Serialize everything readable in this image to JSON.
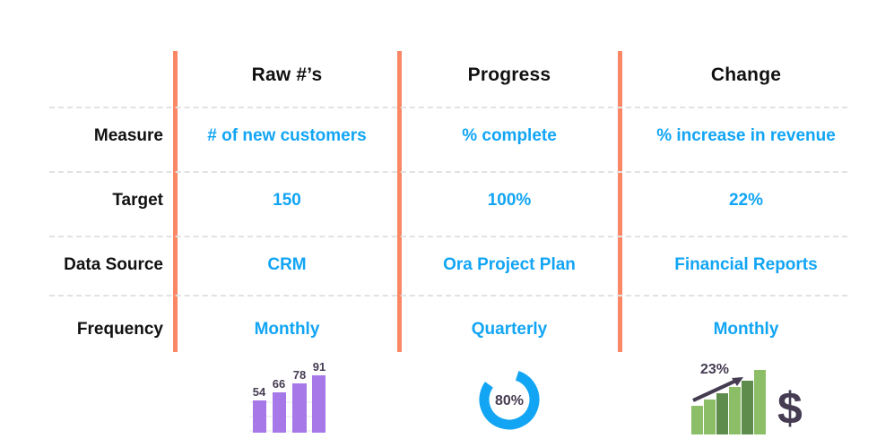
{
  "table": {
    "column_headers": [
      "Raw #’s",
      "Progress",
      "Change"
    ],
    "row_labels": [
      "Measure",
      "Target",
      "Data Source",
      "Frequency"
    ],
    "rows": [
      {
        "label": "Measure",
        "cells": [
          "# of new customers",
          "% complete",
          "% increase in revenue"
        ]
      },
      {
        "label": "Target",
        "cells": [
          "150",
          "100%",
          "22%"
        ]
      },
      {
        "label": "Data Source",
        "cells": [
          "CRM",
          "Ora Project Plan",
          "Financial Reports"
        ]
      },
      {
        "label": "Frequency",
        "cells": [
          "Monthly",
          "Quarterly",
          "Monthly"
        ]
      }
    ]
  },
  "colors": {
    "divider": "#FB8765",
    "row_separator": "#E2E2E2",
    "value_text": "#12A5F4",
    "label_text": "#111111",
    "bar_purple": "#A678E8",
    "donut_blue": "#12A5F4",
    "dark_slate": "#453C52",
    "green_light": "#8CBE68",
    "green_dark": "#5E8C4C"
  },
  "chart_data": [
    {
      "type": "bar",
      "title": "",
      "categories": [
        "1",
        "2",
        "3",
        "4"
      ],
      "values": [
        54,
        66,
        78,
        91
      ],
      "labels": [
        "54",
        "66",
        "78",
        "91"
      ],
      "series_color": "#A678E8",
      "ylim": [
        0,
        100
      ],
      "grid": true,
      "legend": "none",
      "icon_name": "raw-numbers-bar-chart"
    },
    {
      "type": "pie",
      "title": "",
      "categories": [
        "complete",
        "remaining"
      ],
      "values": [
        80,
        20
      ],
      "center_label": "80%",
      "series_color": "#12A5F4",
      "legend": "none",
      "icon_name": "progress-donut-chart"
    },
    {
      "type": "bar",
      "title": "",
      "categories": [
        "1",
        "2",
        "3",
        "4",
        "5"
      ],
      "values": [
        32,
        46,
        62,
        76,
        96
      ],
      "annotation": "23%",
      "annotation_arrow": true,
      "adornment": "$",
      "series_colors": [
        "#8CBE68",
        "#8CBE68",
        "#5E8C4C",
        "#8CBE68",
        "#5E8C4C",
        "#8CBE68"
      ],
      "legend": "none",
      "icon_name": "change-growth-chart-dollar"
    }
  ]
}
